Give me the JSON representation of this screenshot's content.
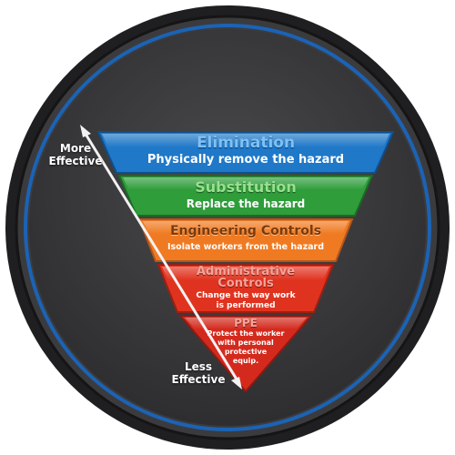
{
  "arrow": {
    "top_label_line1": "More",
    "top_label_line2": "Effective",
    "bottom_label_line1": "Less",
    "bottom_label_line2": "Effective"
  },
  "tiers": [
    {
      "title": "Elimination",
      "subtitle": "Physically remove the hazard",
      "color": "#1f78c8"
    },
    {
      "title": "Substitution",
      "subtitle": "Replace the hazard",
      "color": "#2e9d3a"
    },
    {
      "title": "Engineering Controls",
      "subtitle": "Isolate workers from the hazard",
      "color": "#f07a22"
    },
    {
      "title_line1": "Administrative",
      "title_line2": "Controls",
      "subtitle_line1": "Change the way work",
      "subtitle_line2": "is performed",
      "color": "#e0331f"
    },
    {
      "title": "PPE",
      "subtitle_line1": "Protect the worker",
      "subtitle_line2": "with personal",
      "subtitle_line3": "protective",
      "subtitle_line4": "equip.",
      "color": "#d42a1d"
    }
  ],
  "colors": {
    "badge_outer": "#2a2a2a",
    "badge_face": "#3a3a3c",
    "badge_ring": "#1b63b5"
  }
}
